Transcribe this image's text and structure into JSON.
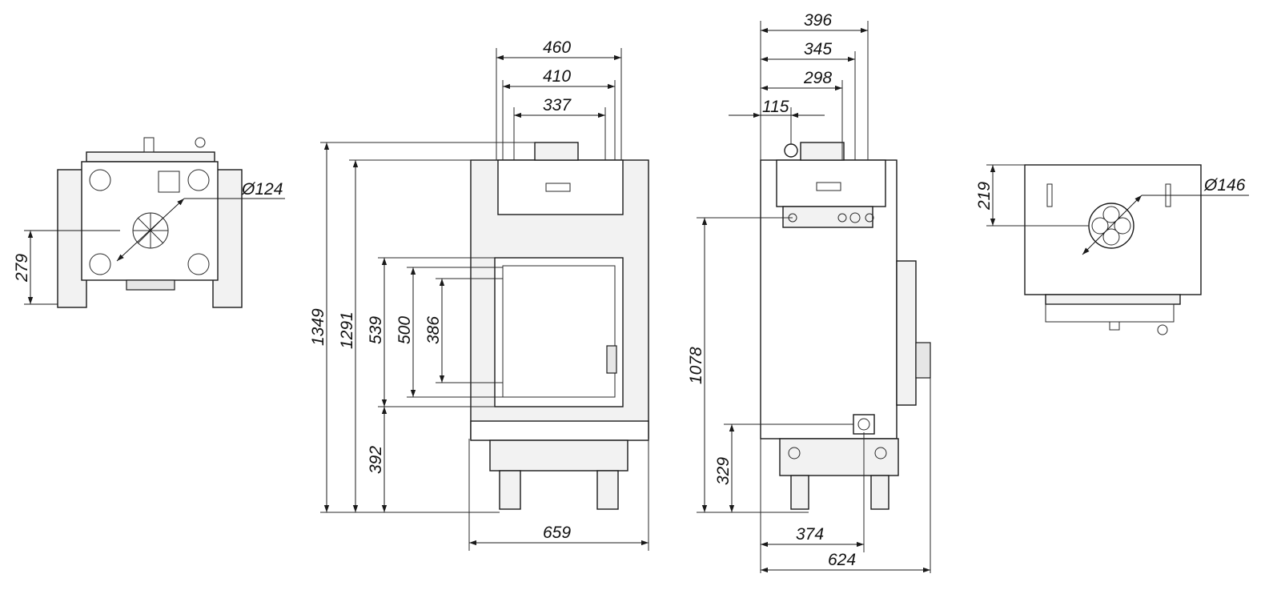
{
  "dimensions": {
    "top_view_left": {
      "diameter": "Ø124",
      "depth": "279"
    },
    "front_view": {
      "width_460": "460",
      "width_410": "410",
      "width_337": "337",
      "height_1349": "1349",
      "height_1291": "1291",
      "height_539": "539",
      "height_500": "500",
      "height_386": "386",
      "height_392": "392",
      "width_659": "659"
    },
    "side_view": {
      "depth_396": "396",
      "depth_345": "345",
      "depth_298": "298",
      "depth_115": "115",
      "height_1078": "1078",
      "height_329": "329",
      "depth_374": "374",
      "depth_624": "624"
    },
    "top_view_right": {
      "diameter": "Ø146",
      "depth": "219"
    }
  }
}
